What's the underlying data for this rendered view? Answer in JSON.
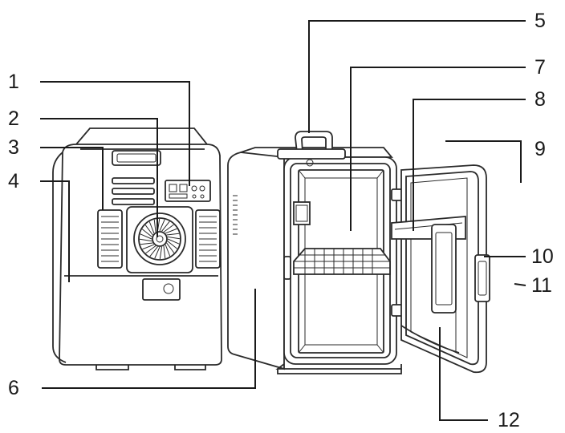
{
  "callouts": [
    {
      "id": "1",
      "label": "1"
    },
    {
      "id": "2",
      "label": "2"
    },
    {
      "id": "3",
      "label": "3"
    },
    {
      "id": "4",
      "label": "4"
    },
    {
      "id": "5",
      "label": "5"
    },
    {
      "id": "6",
      "label": "6"
    },
    {
      "id": "7",
      "label": "7"
    },
    {
      "id": "8",
      "label": "8"
    },
    {
      "id": "9",
      "label": "9"
    },
    {
      "id": "10",
      "label": "10"
    },
    {
      "id": "11",
      "label": "11"
    },
    {
      "id": "12",
      "label": "12"
    }
  ],
  "colors": {
    "ink": "#1a1a1a",
    "background": "#ffffff"
  }
}
